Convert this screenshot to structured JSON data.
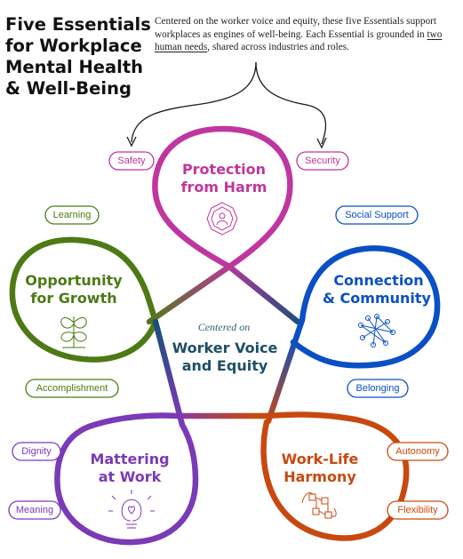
{
  "title_lines": [
    "Five Essentials",
    "for Workplace",
    "Mental Health",
    "& Well-Being"
  ],
  "intro": {
    "before": "Centered on the worker voice and equity, these five Essentials support workplaces as engines of well-being. Each Essential is grounded in ",
    "needs": "two human needs",
    "after": ", shared across industries and roles."
  },
  "center": {
    "sub": "Centered on",
    "main_lines": [
      "Worker Voice",
      "and Equity"
    ]
  },
  "essentials": [
    {
      "id": "protection",
      "title_lines": [
        "Protection",
        "from Harm"
      ],
      "color": "#c0369f",
      "icon": "shield-person-icon",
      "needs": [
        "Safety",
        "Security"
      ]
    },
    {
      "id": "connection",
      "title_lines": [
        "Connection",
        "& Community"
      ],
      "color": "#0a4fc4",
      "icon": "network-icon",
      "needs": [
        "Social Support",
        "Belonging"
      ]
    },
    {
      "id": "worklife",
      "title_lines": [
        "Work-Life",
        "Harmony"
      ],
      "color": "#c8490f",
      "icon": "flow-nodes-icon",
      "needs": [
        "Autonomy",
        "Flexibility"
      ]
    },
    {
      "id": "mattering",
      "title_lines": [
        "Mattering",
        "at Work"
      ],
      "color": "#7b3ab6",
      "icon": "lightbulb-heart-icon",
      "needs": [
        "Dignity",
        "Meaning"
      ]
    },
    {
      "id": "opportunity",
      "title_lines": [
        "Opportunity",
        "for Growth"
      ],
      "color": "#4d7a14",
      "icon": "sprout-icon",
      "needs": [
        "Learning",
        "Accomplishment"
      ]
    }
  ]
}
